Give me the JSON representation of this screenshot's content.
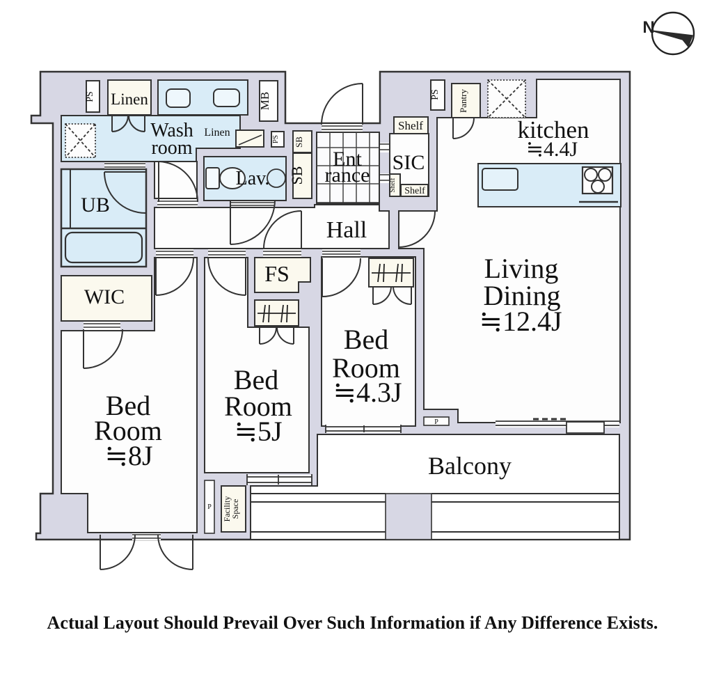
{
  "plan": {
    "rooms": {
      "washroom": {
        "line1": "Wash",
        "line2": "room"
      },
      "lavatory": {
        "label": "Lav."
      },
      "unit_bath": {
        "label": "UB"
      },
      "wic": {
        "label": "WIC"
      },
      "entrance": {
        "line1": "Ent",
        "line2": "rance"
      },
      "hall": {
        "label": "Hall"
      },
      "sic": {
        "label": "SIC"
      },
      "kitchen": {
        "name": "kitchen",
        "area": "≒4.4J"
      },
      "living_dining": {
        "line1": "Living",
        "line2": "Dining",
        "area": "≒12.4J"
      },
      "bedroom_8j": {
        "line1": "Bed",
        "line2": "Room",
        "area": "≒8J"
      },
      "bedroom_5j": {
        "line1": "Bed",
        "line2": "Room",
        "area": "≒5J"
      },
      "bedroom_4_3j": {
        "line1": "Bed",
        "line2": "Room",
        "area": "≒4.3J"
      },
      "balcony": {
        "label": "Balcony"
      },
      "free_space": {
        "label": "FS"
      },
      "facility_space": {
        "line1": "Facility",
        "line2": "Space"
      }
    },
    "fixtures": {
      "ps": "PS",
      "mb": "MB",
      "sb": "SB",
      "shelf": "Shelf",
      "pantry": "Pantry",
      "linen": "Linen",
      "p": "P"
    },
    "compass": {
      "label": "N"
    }
  },
  "caption": "Actual Layout Should Prevail Over Such Information if Any Difference Exists.",
  "colors": {
    "wall_fill": "#d7d7e4",
    "wet_area": "#d9ecf7",
    "closet_fill": "#fbf9ee",
    "floor": "#fdfdfd",
    "line": "#333333"
  }
}
